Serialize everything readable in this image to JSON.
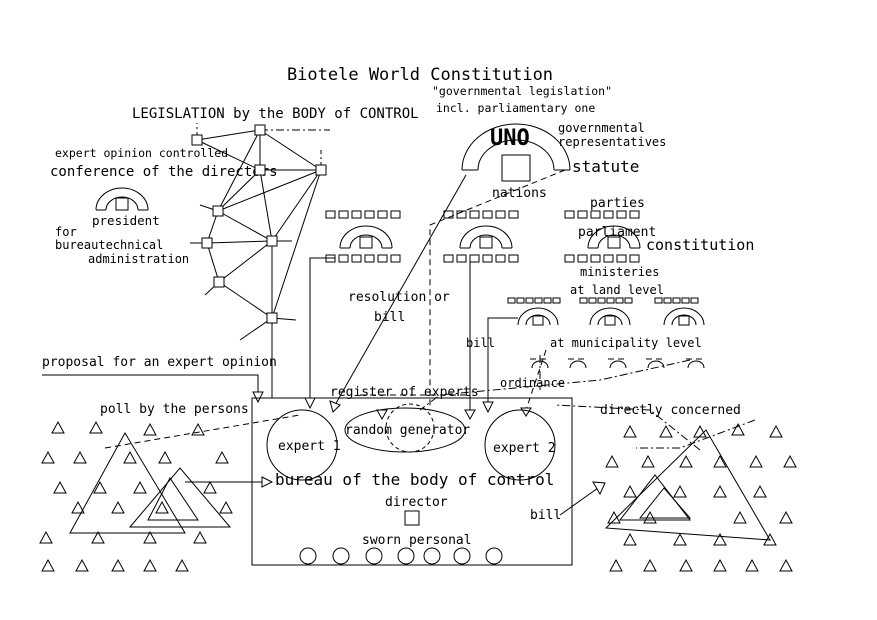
{
  "title": "Biotele World Constitution",
  "left": {
    "legislation": "LEGISLATION by the BODY of CONTROL",
    "expert_opinion": "expert opinion controlled",
    "conference": "conference of the directors",
    "president": "president",
    "for_label": "for",
    "bureautechnical": "bureautechnical",
    "administration": "administration",
    "proposal": "proposal for an expert opinion",
    "poll": "poll by the persons"
  },
  "uno": {
    "gov_legislation": "\"governmental legislation\"",
    "incl": "incl. parliamentary one",
    "name": "UNO",
    "gov_reps_1": "governmental",
    "gov_reps_2": "representatives",
    "statute": "statute",
    "nations": "nations"
  },
  "national": {
    "parties": "parties",
    "parliament": "parliament",
    "constitution": "constitution",
    "ministeries": "ministeries",
    "land_level": "at land level",
    "resolution_1": "resolution or",
    "resolution_2": "bill",
    "bill": "bill",
    "municipality": "at municipality level",
    "ordinance": "ordinance"
  },
  "bureau": {
    "register": "register of experts",
    "random": "random generator",
    "expert1": "expert 1",
    "expert2": "expert 2",
    "title": "bureau of the body of control",
    "director": "director",
    "sworn": "sworn personal"
  },
  "right": {
    "directly": "directly concerned",
    "bill": "bill"
  }
}
